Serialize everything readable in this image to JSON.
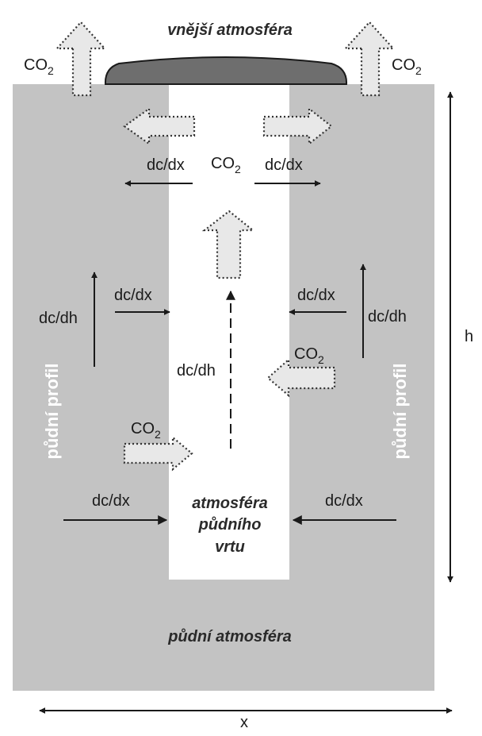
{
  "labels": {
    "outer_atmosphere": "vnější atmosféra",
    "soil_atmosphere": "půdní atmosféra",
    "borehole_line1": "atmosféra",
    "borehole_line2": "půdního",
    "borehole_line3": "vrtu",
    "soil_profile": "půdní profil",
    "co2": "CO",
    "co2_sub": "2",
    "dcdx": "dc/dx",
    "dcdh": "dc/dh",
    "h": "h",
    "x": "x"
  },
  "colors": {
    "soil": "#c3c3c3",
    "borehole": "#ffffff",
    "cap": "#6e6e6e",
    "flux_arrow_fill": "#e8e8e8",
    "text": "#1a1a1a"
  }
}
